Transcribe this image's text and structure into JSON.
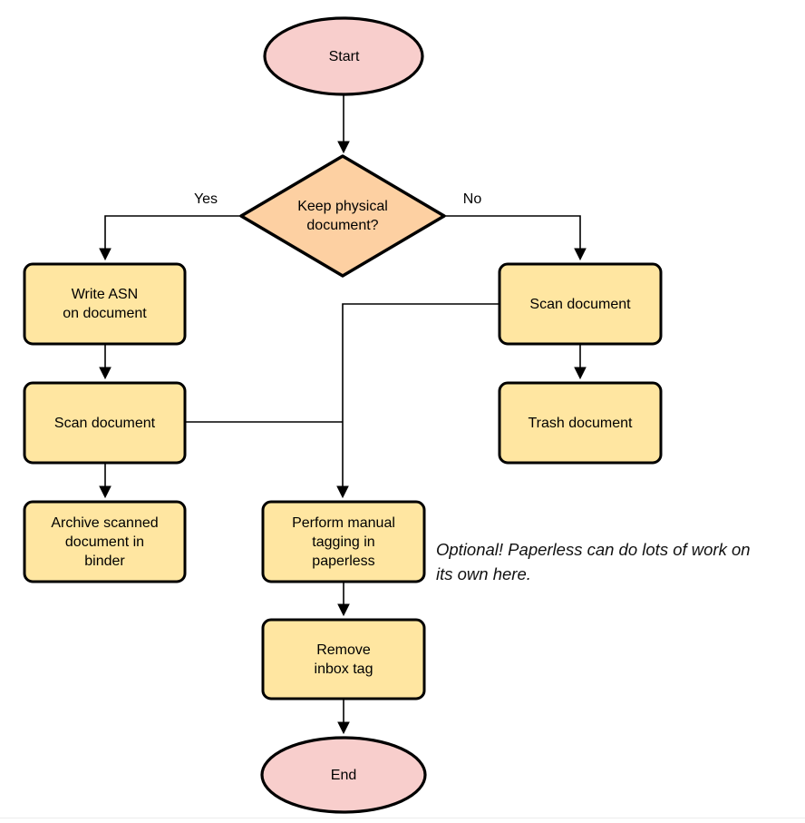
{
  "nodes": {
    "start": "Start",
    "decision": "Keep physical\ndocument?",
    "write_asn": "Write ASN\non document",
    "scan_left": "Scan document",
    "archive": "Archive scanned\ndocument in\nbinder",
    "scan_right": "Scan document",
    "trash": "Trash document",
    "perform_tagging": "Perform manual\ntagging in\npaperless",
    "remove_inbox": "Remove\ninbox tag",
    "end": "End"
  },
  "edge_labels": {
    "yes": "Yes",
    "no": "No"
  },
  "annotation": "Optional! Paperless can do lots of work on\nits own here.",
  "colors": {
    "terminator_fill": "#f8cecc",
    "decision_fill": "#fdd0a2",
    "process_fill": "#ffe6a1",
    "stroke": "#000000"
  }
}
